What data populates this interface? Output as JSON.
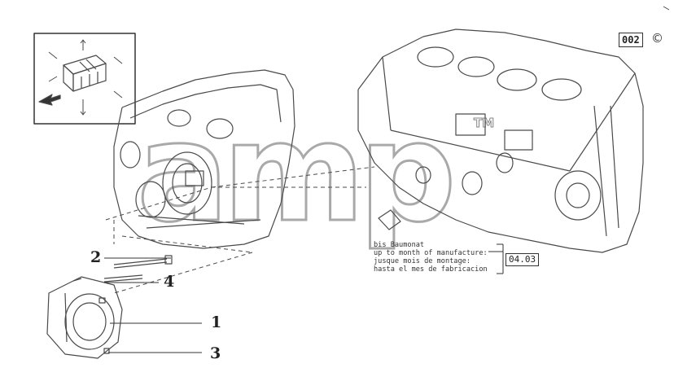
{
  "page_code": "002",
  "copyright_symbol": "©",
  "callouts": {
    "c1": "1",
    "c2": "2",
    "c3": "3",
    "c4": "4"
  },
  "manufacture_note": {
    "line1": "bis Baumonat",
    "line2": "up to month of manufacture:",
    "line3": "jusque mois de montage:",
    "line4": "hasta el mes de fabricacion"
  },
  "date_code": "04.03",
  "watermark": {
    "text": "amp",
    "trademark": "TM"
  },
  "colors": {
    "line": "#4a4a4a",
    "text": "#222222",
    "watermark": "#505050"
  }
}
